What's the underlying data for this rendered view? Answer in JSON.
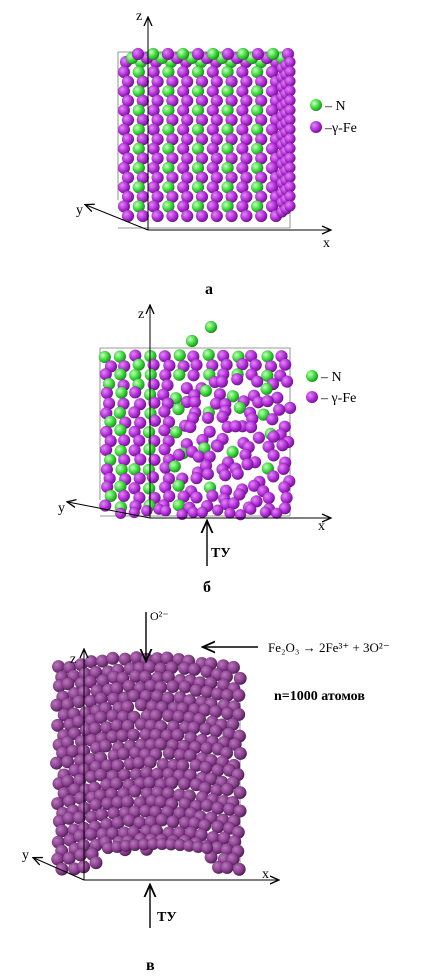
{
  "panels": [
    {
      "id": "a",
      "caption": "а",
      "axes": {
        "x": "x",
        "y": "y",
        "z": "z"
      },
      "legend": [
        {
          "label": "– N",
          "color": "#3ddc3d"
        },
        {
          "label": "–γ-Fe",
          "color": "#b12ad8"
        }
      ]
    },
    {
      "id": "b",
      "caption": "б",
      "axes": {
        "x": "x",
        "y": "y",
        "z": "z"
      },
      "legend": [
        {
          "label": "– N",
          "color": "#3ddc3d"
        },
        {
          "label": "– γ-Fe",
          "color": "#b12ad8"
        }
      ],
      "arrow_label": "ТУ"
    },
    {
      "id": "c",
      "caption": "в",
      "axes": {
        "x": "x",
        "y": "y",
        "z": "z"
      },
      "atom_color": "#8a3d8f",
      "top_arrow_label": "O²⁻",
      "reaction": "Fe₂O₃ → 2Fe³⁺ + 3O²⁻",
      "count_text": "n=1000 атомов",
      "arrow_label": "ТУ"
    }
  ]
}
